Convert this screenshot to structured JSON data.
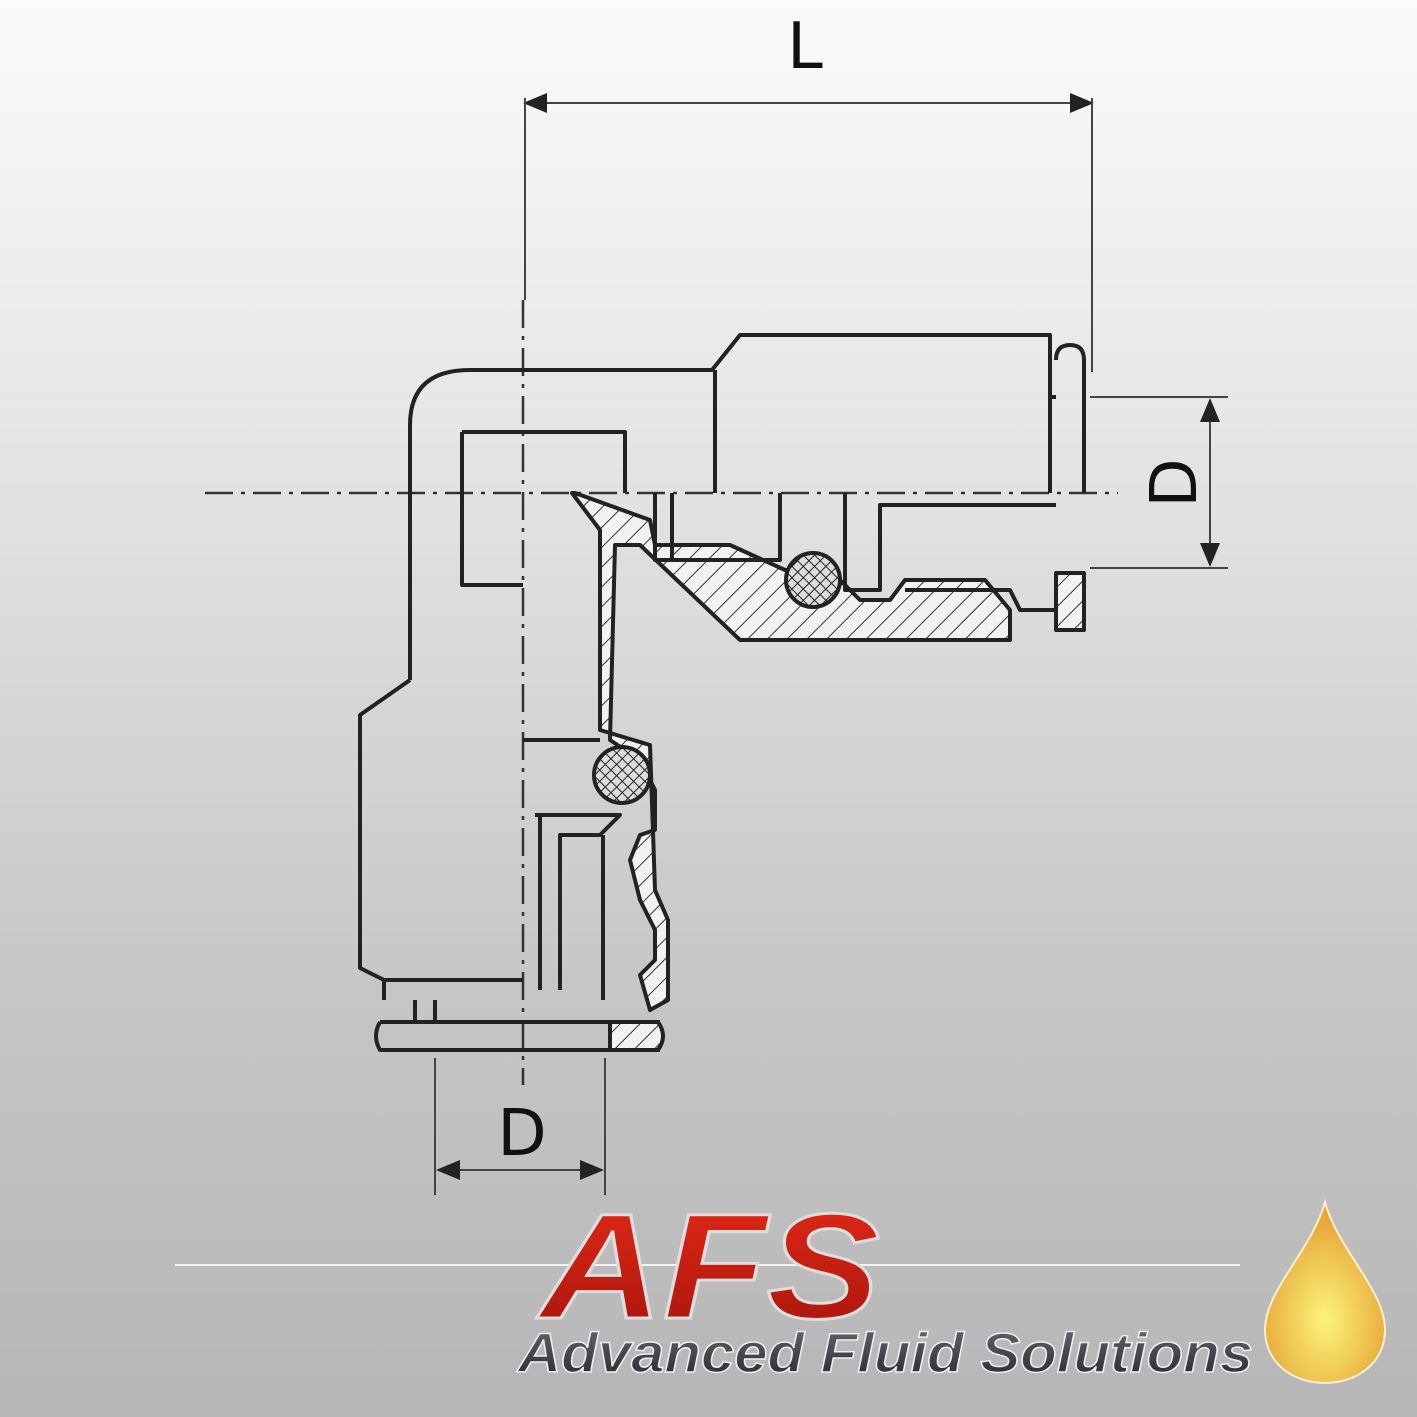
{
  "diagram": {
    "dimension_labels": {
      "length": "L",
      "diameter_side": "D",
      "diameter_bottom": "D"
    }
  },
  "logo": {
    "mark": "AFS",
    "name": "Advanced Fluid Solutions",
    "colors": {
      "mark": "#c81e12",
      "name": "#3a3a44",
      "drop": "#f0c040"
    }
  }
}
